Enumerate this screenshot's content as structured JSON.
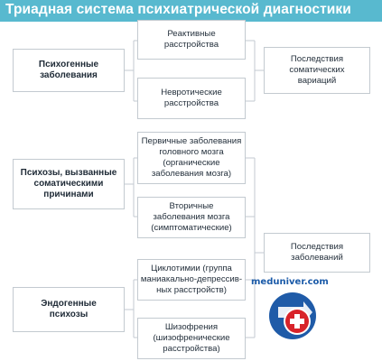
{
  "title": "Триадная система психиатрической диагностики",
  "left_boxes": [
    {
      "id": "psychogenic",
      "text": "Психогенные\nзаболевания"
    },
    {
      "id": "somatic_psychoses",
      "text": "Психозы, вызванные\nсоматическими\nпричинами"
    },
    {
      "id": "endogenous",
      "text": "Эндогенные\nпсихозы"
    }
  ],
  "middle_boxes": [
    {
      "id": "reactive",
      "text": "Реактивные\nрасстройства"
    },
    {
      "id": "neurotic",
      "text": "Невротические\nрасстройства"
    },
    {
      "id": "primary_brain",
      "text": "Первичные заболевания\nголовного мозга\n(органические\nзаболевания мозга)"
    },
    {
      "id": "secondary_brain",
      "text": "Вторичные\nзаболевания мозга\n(симптоматические)"
    },
    {
      "id": "cyclothymia",
      "text": "Циклотимии (группа\nманиакально-депрессив-\nных расстройств)"
    },
    {
      "id": "schizophrenia",
      "text": "Шизофрения\n(шизофренические\nрасстройства)"
    }
  ],
  "right_boxes": [
    {
      "id": "somatic_variations",
      "text": "Последствия\nсоматических\nвариаций"
    },
    {
      "id": "disease_consequences",
      "text": "Последствия\nзаболеваний"
    }
  ],
  "watermark": "meduniver.com",
  "colors": {
    "title_bar": "#58b9cf",
    "title_text": "#ffffff",
    "border": "#c3cad0",
    "text": "#1e2a36"
  }
}
